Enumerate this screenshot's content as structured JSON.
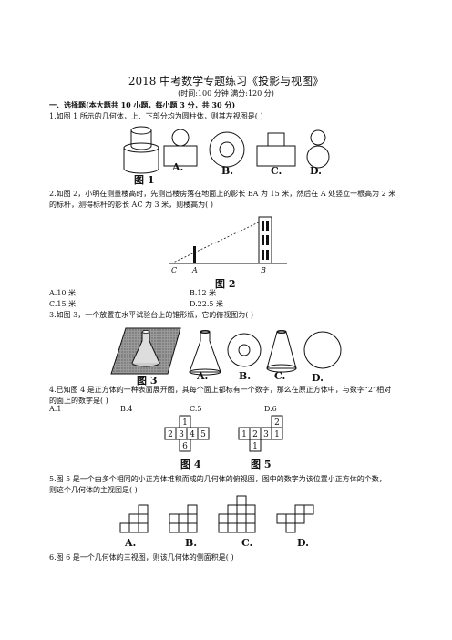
{
  "title": "2018 中考数学专题练习《投影与视图》",
  "subtitle": "(时间:100 分钟    满分:120 分)",
  "section1": "一、选择题(本大题共 10 小题，每小题 3 分，共 30 分)",
  "q1": {
    "text": "1.如图 1 所示的几何体，上、下部分均为圆柱体，则其左视图是(      )",
    "fig_label": "图 1",
    "options": [
      "A.",
      "B.",
      "C.",
      "D."
    ]
  },
  "q2": {
    "text_line1": "2.如图 2，小明在测量楼高时，先测出楼房落在地面上的影长 BA 为 15 米，然后在 A 处竖立一根高为 2 米",
    "text_line2": "的标杆，测得标杆的影长 AC 为 3 米，则楼高为(      )",
    "fig_label": "图 2",
    "point_c": "C",
    "point_a": "A",
    "point_b": "B",
    "options": [
      "A.10 米",
      "B.12 米",
      "C.15 米",
      "D.22.5 米"
    ]
  },
  "q3": {
    "text": "3.如图 3，一个放置在水平试验台上的锥形瓶，它的俯视图为(      )",
    "fig_label": "图 3",
    "options": [
      "A.",
      "B.",
      "C.",
      "D."
    ]
  },
  "q4": {
    "text_line1": "4.已知图 4 是正方体的一种表面展开图，其每个面上都标有一个数字，那么在原正方体中，与数字“2”相对",
    "text_line2": "的面上的数字是(      )",
    "options": [
      "A.1",
      "B.4",
      "C.5",
      "D.6"
    ],
    "fig4_label": "图 4",
    "fig5_label": "图 5",
    "fig4_cells": [
      "1",
      "2",
      "3",
      "4",
      "5",
      "6"
    ],
    "fig5_cells": [
      "2",
      "1",
      "2",
      "3",
      "1",
      "1"
    ]
  },
  "q5": {
    "text_line1": "5.图  5  是一个由多个相同的小正方体堆积而成的几何体的俯视图，图中的数字为该位置小正方体的个数，",
    "text_line2": "则这个几何体的主视图是(      )",
    "options": [
      "A.",
      "B.",
      "C.",
      "D."
    ]
  },
  "q6": {
    "text": "6.图 6 是一个几何体的三视图，则该几何体的侧面积是(      )"
  }
}
